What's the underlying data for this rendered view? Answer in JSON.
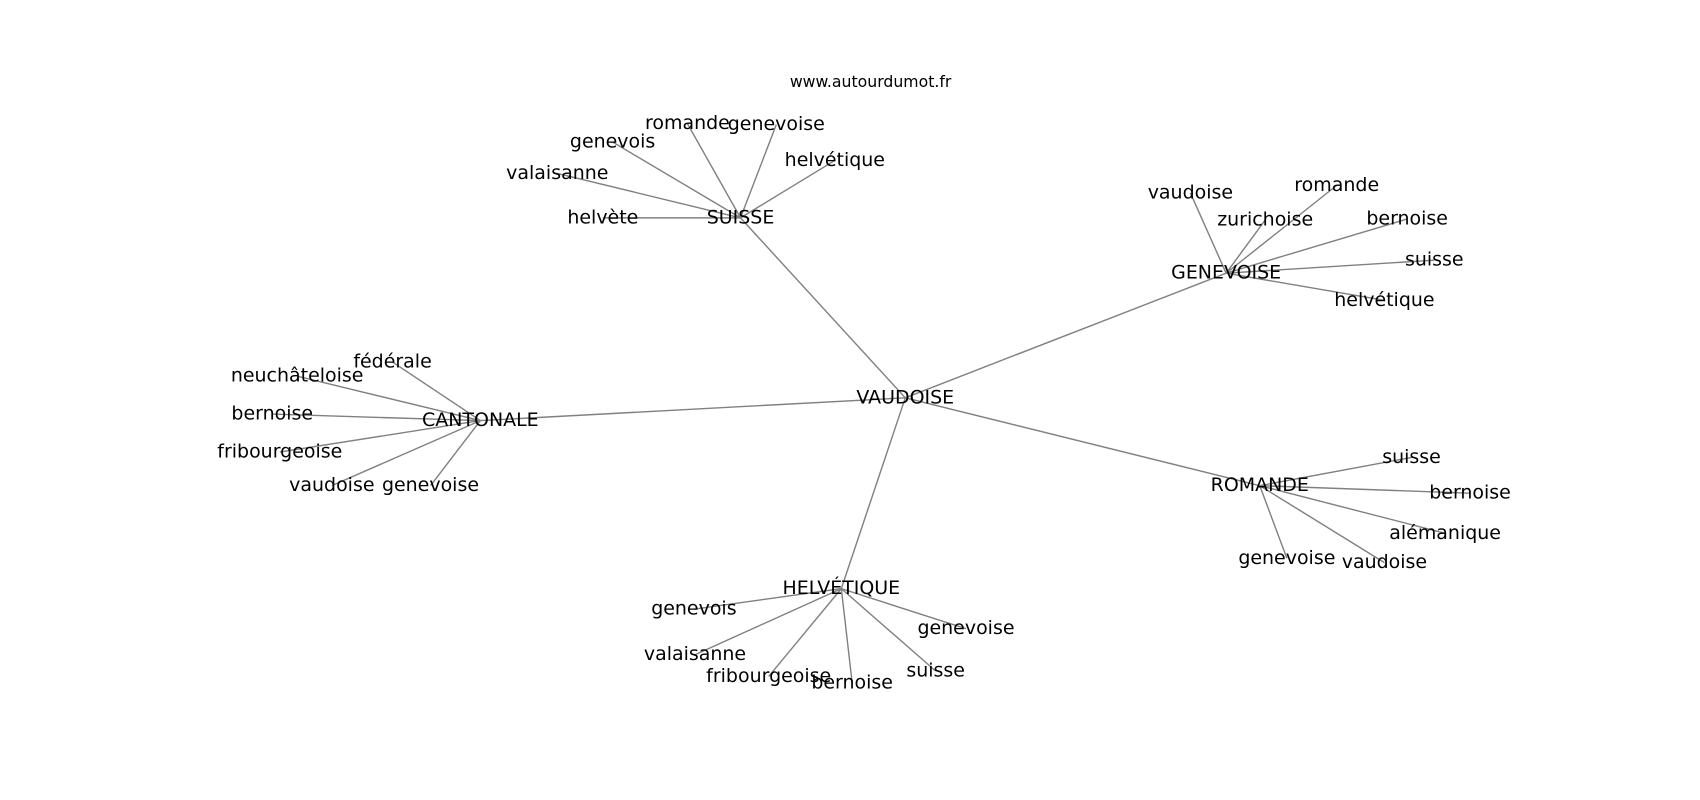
{
  "title": "www.autourdumot.fr",
  "center": "VAUDOISE",
  "clusters": [
    {
      "hub": "SUISSE",
      "leaves": [
        "romande",
        "genevoise",
        "genevois",
        "valaisanne",
        "helvétique",
        "helvète"
      ]
    },
    {
      "hub": "GENEVOISE",
      "leaves": [
        "vaudoise",
        "romande",
        "zurichoise",
        "bernoise",
        "suisse",
        "helvétique"
      ]
    },
    {
      "hub": "CANTONALE",
      "leaves": [
        "fédérale",
        "neuchâteloise",
        "bernoise",
        "fribourgeoise",
        "vaudoise",
        "genevoise"
      ]
    },
    {
      "hub": "ROMANDE",
      "leaves": [
        "suisse",
        "bernoise",
        "alémanique",
        "genevoise",
        "vaudoise"
      ]
    },
    {
      "hub": "HELVÉTIQUE",
      "leaves": [
        "genevois",
        "valaisanne",
        "fribourgeoise",
        "bernoise",
        "suisse",
        "genevoise"
      ]
    }
  ]
}
